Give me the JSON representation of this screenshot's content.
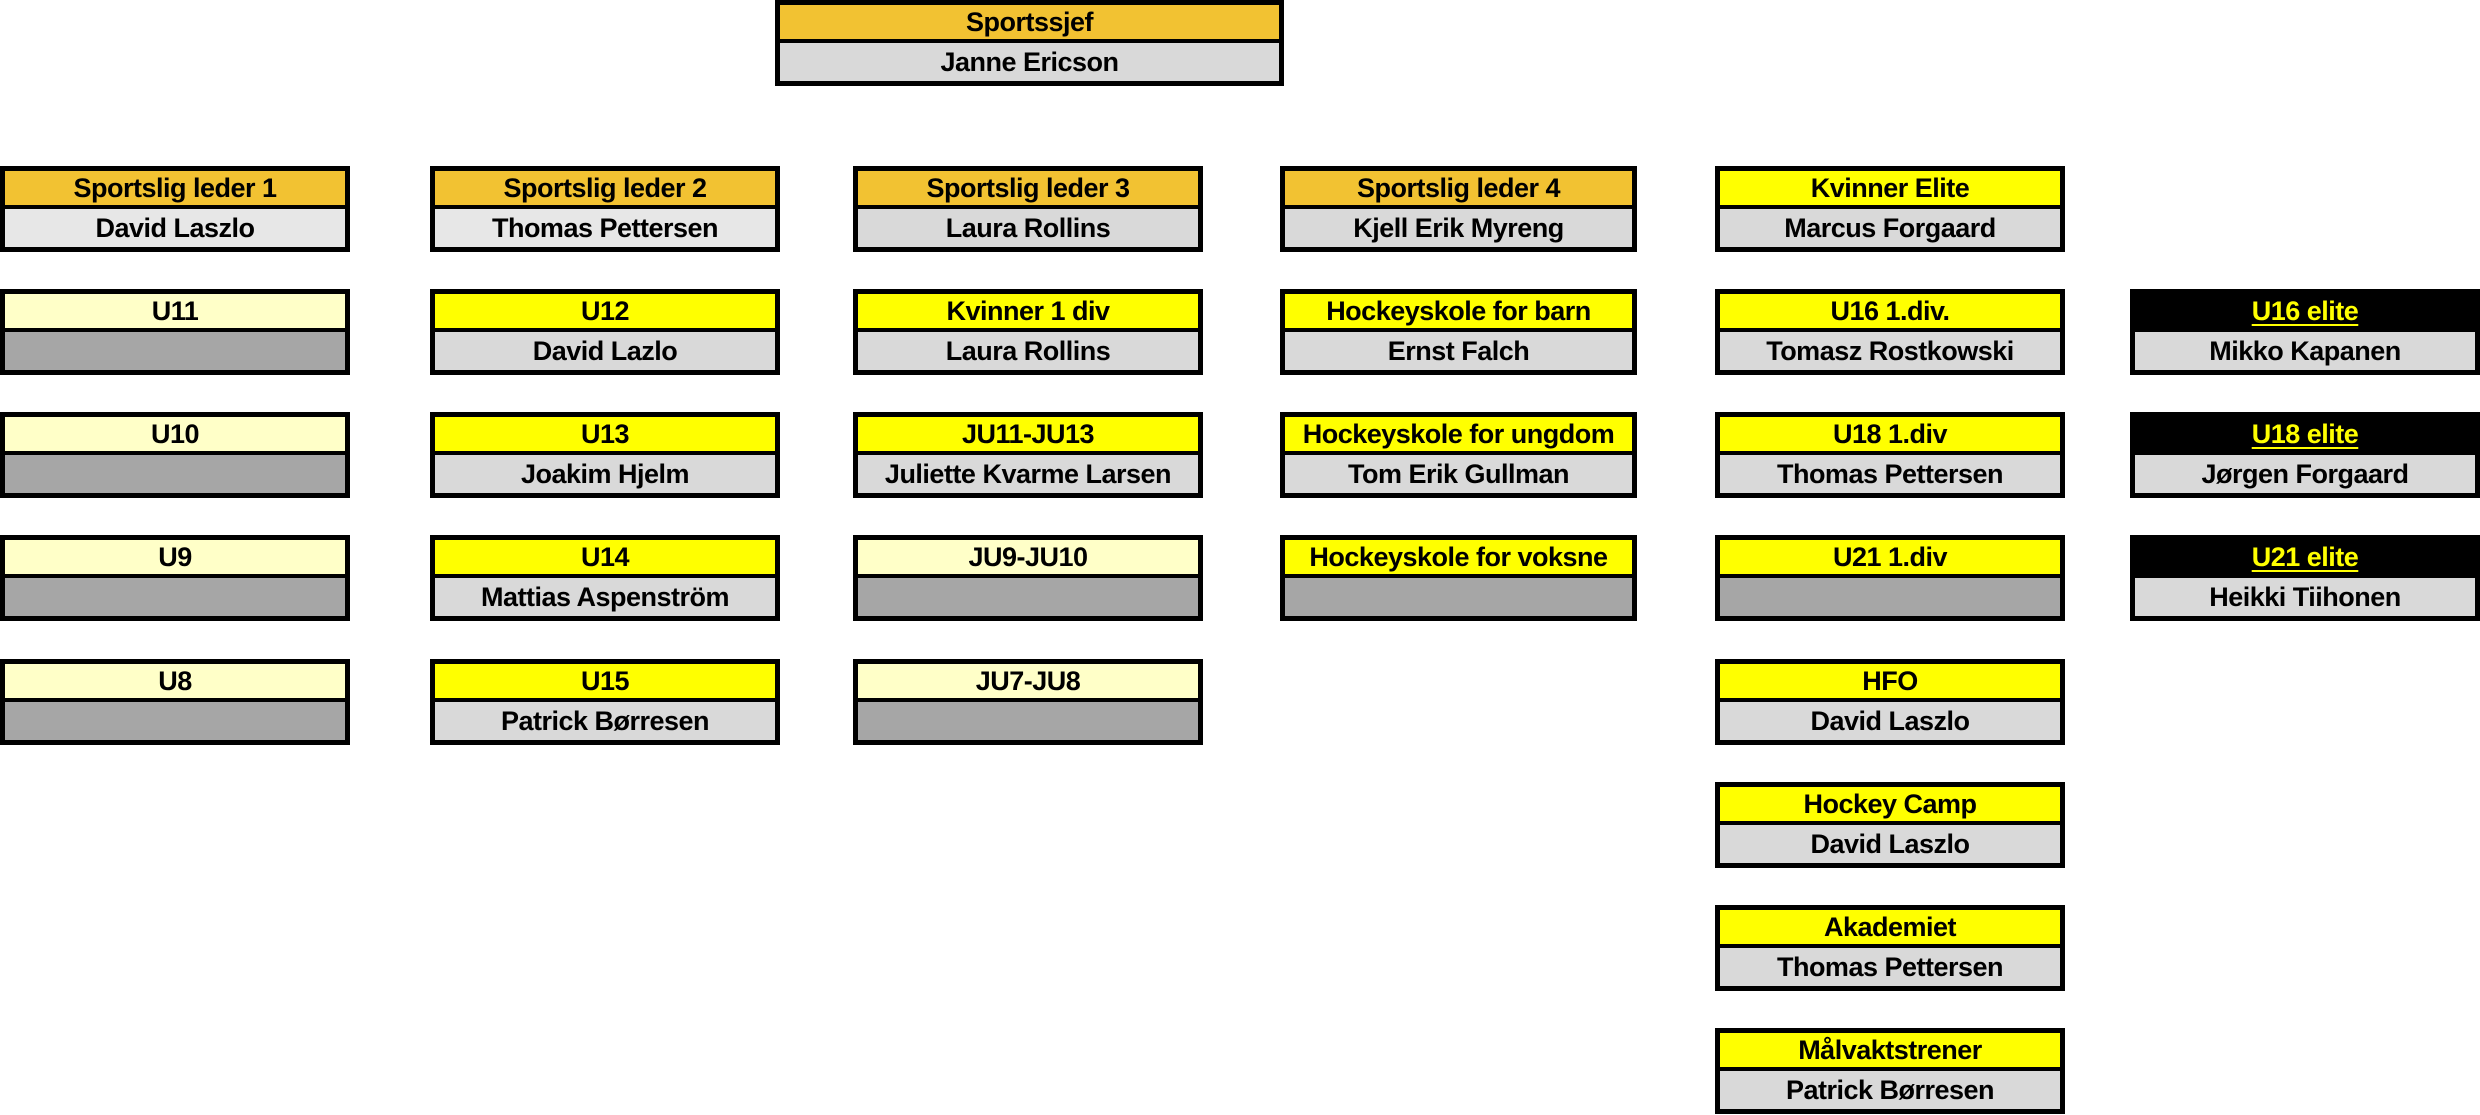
{
  "colors": {
    "leader_header": "#f2c232",
    "team_header": "#ffff00",
    "youth_header": "#ffffc8",
    "elite_header": "#000000",
    "elite_text": "#ffff00",
    "name_cell": "#d9d9d9",
    "empty_name_cell": "#a6a6a6",
    "border": "#000000"
  },
  "top": {
    "title": "Sportssjef",
    "name": "Janne Ericson"
  },
  "column1": {
    "leader": {
      "title": "Sportslig leder 1",
      "name": "David Laszlo"
    },
    "teams": [
      {
        "title": "U11",
        "name": ""
      },
      {
        "title": "U10",
        "name": ""
      },
      {
        "title": "U9",
        "name": ""
      },
      {
        "title": "U8",
        "name": ""
      }
    ]
  },
  "column2": {
    "leader": {
      "title": "Sportslig leder 2",
      "name": "Thomas Pettersen"
    },
    "teams": [
      {
        "title": "U12",
        "name": "David Lazlo"
      },
      {
        "title": "U13",
        "name": "Joakim Hjelm"
      },
      {
        "title": "U14",
        "name": "Mattias Aspenström"
      },
      {
        "title": "U15",
        "name": "Patrick Børresen"
      }
    ]
  },
  "column3": {
    "leader": {
      "title": "Sportslig leder 3",
      "name": "Laura Rollins"
    },
    "teams": [
      {
        "title": "Kvinner 1 div",
        "name": "Laura Rollins"
      },
      {
        "title": "JU11-JU13",
        "name": "Juliette Kvarme Larsen"
      },
      {
        "title": "JU9-JU10",
        "name": ""
      },
      {
        "title": "JU7-JU8",
        "name": ""
      }
    ]
  },
  "column4": {
    "leader": {
      "title": "Sportslig leder 4",
      "name": "Kjell Erik Myreng"
    },
    "teams": [
      {
        "title": "Hockeyskole for barn",
        "name": "Ernst Falch"
      },
      {
        "title": "Hockeyskole for ungdom",
        "name": "Tom Erik Gullman"
      },
      {
        "title": "Hockeyskole for voksne",
        "name": ""
      }
    ]
  },
  "column5": {
    "leader": {
      "title": "Kvinner Elite",
      "name": "Marcus Forgaard"
    },
    "teams": [
      {
        "title": "U16 1.div.",
        "name": "Tomasz Rostkowski"
      },
      {
        "title": "U18 1.div",
        "name": "Thomas Pettersen"
      },
      {
        "title": "U21 1.div",
        "name": ""
      },
      {
        "title": "HFO",
        "name": "David Laszlo"
      },
      {
        "title": "Hockey Camp",
        "name": "David Laszlo"
      },
      {
        "title": "Akademiet",
        "name": "Thomas Pettersen"
      },
      {
        "title": "Målvaktstrener",
        "name": "Patrick Børresen"
      }
    ]
  },
  "column6": {
    "teams": [
      {
        "title": "U16 elite",
        "name": "Mikko Kapanen"
      },
      {
        "title": "U18 elite",
        "name": "Jørgen Forgaard"
      },
      {
        "title": "U21 elite",
        "name": "Heikki Tiihonen"
      }
    ]
  }
}
